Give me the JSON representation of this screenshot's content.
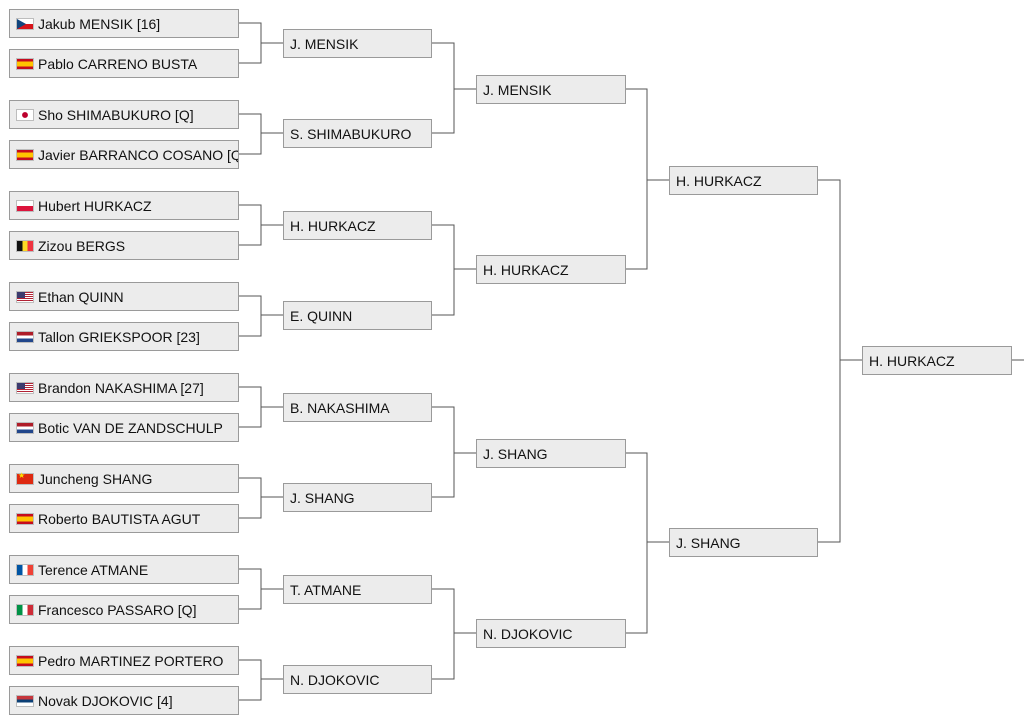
{
  "round1": [
    {
      "name": "Jakub MENSIK [16]",
      "flag": "cz"
    },
    {
      "name": "Pablo CARRENO BUSTA",
      "flag": "es"
    },
    {
      "name": "Sho SHIMABUKURO [Q]",
      "flag": "jp"
    },
    {
      "name": "Javier BARRANCO COSANO [Q]",
      "flag": "es"
    },
    {
      "name": "Hubert HURKACZ",
      "flag": "pl"
    },
    {
      "name": "Zizou BERGS",
      "flag": "be"
    },
    {
      "name": "Ethan QUINN",
      "flag": "us"
    },
    {
      "name": "Tallon GRIEKSPOOR [23]",
      "flag": "nl"
    },
    {
      "name": "Brandon NAKASHIMA [27]",
      "flag": "us"
    },
    {
      "name": "Botic VAN DE ZANDSCHULP",
      "flag": "nl"
    },
    {
      "name": "Juncheng SHANG",
      "flag": "cn"
    },
    {
      "name": "Roberto BAUTISTA AGUT",
      "flag": "es"
    },
    {
      "name": "Terence ATMANE",
      "flag": "fr"
    },
    {
      "name": "Francesco PASSARO [Q]",
      "flag": "it"
    },
    {
      "name": "Pedro MARTINEZ PORTERO",
      "flag": "es"
    },
    {
      "name": "Novak DJOKOVIC [4]",
      "flag": "rs"
    }
  ],
  "round2": [
    "J. MENSIK",
    "S. SHIMABUKURO",
    "H. HURKACZ",
    "E. QUINN",
    "B. NAKASHIMA",
    "J. SHANG",
    "T. ATMANE",
    "N. DJOKOVIC"
  ],
  "round3": [
    "J. MENSIK",
    "H. HURKACZ",
    "J. SHANG",
    "N. DJOKOVIC"
  ],
  "round4": [
    "H. HURKACZ",
    "J. SHANG"
  ],
  "round5": [
    "H. HURKACZ"
  ]
}
